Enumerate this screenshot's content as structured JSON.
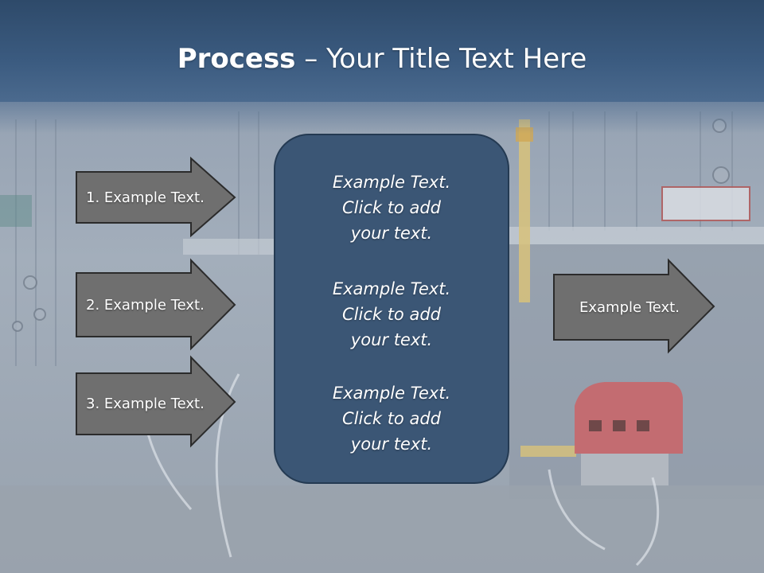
{
  "slide": {
    "title_bold": "Process",
    "title_rest": " – Your Title Text Here"
  },
  "left_arrows": [
    {
      "label": "1. Example Text."
    },
    {
      "label": "2. Example Text."
    },
    {
      "label": "3. Example Text."
    }
  ],
  "center": {
    "blocks": [
      {
        "line1": "Example Text.",
        "line2": "Click  to add",
        "line3": "your text."
      },
      {
        "line1": "Example Text.",
        "line2": "Click  to add",
        "line3": "your text."
      },
      {
        "line1": "Example Text.",
        "line2": "Click  to add",
        "line3": "your text."
      }
    ]
  },
  "right_arrow": {
    "label": "Example Text."
  },
  "colors": {
    "title_bar": "#3b5b80",
    "arrow_fill": "#6f6f6f",
    "arrow_stroke": "#2b2b2b",
    "center_fill": "#3b5675",
    "center_stroke": "#243a52"
  }
}
